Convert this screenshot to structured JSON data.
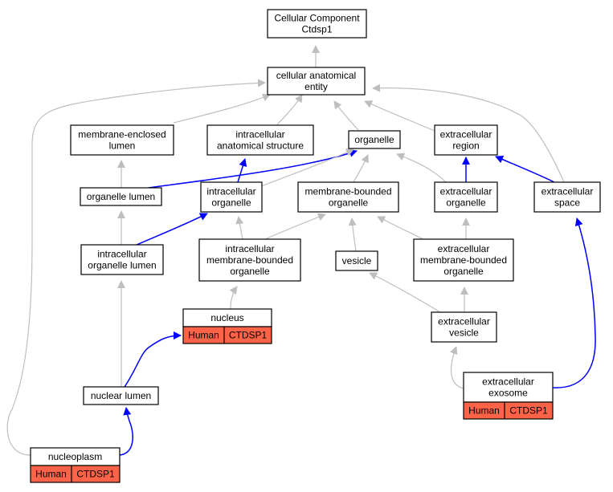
{
  "diagram": {
    "nodes": [
      {
        "id": "root",
        "lines": [
          "Cellular Component",
          "Ctdsp1"
        ]
      },
      {
        "id": "cae",
        "lines": [
          "cellular anatomical",
          "entity"
        ]
      },
      {
        "id": "mel",
        "lines": [
          "membrane-enclosed",
          "lumen"
        ]
      },
      {
        "id": "ias",
        "lines": [
          "intracellular",
          "anatomical structure"
        ]
      },
      {
        "id": "organelle",
        "lines": [
          "organelle"
        ]
      },
      {
        "id": "extreg",
        "lines": [
          "extracellular",
          "region"
        ]
      },
      {
        "id": "orglumen",
        "lines": [
          "organelle lumen"
        ]
      },
      {
        "id": "intorg",
        "lines": [
          "intracellular",
          "organelle"
        ]
      },
      {
        "id": "mbo",
        "lines": [
          "membrane-bounded",
          "organelle"
        ]
      },
      {
        "id": "extorg",
        "lines": [
          "extracellular",
          "organelle"
        ]
      },
      {
        "id": "extspace",
        "lines": [
          "extracellular",
          "space"
        ]
      },
      {
        "id": "iol",
        "lines": [
          "intracellular",
          "organelle lumen"
        ]
      },
      {
        "id": "imbo",
        "lines": [
          "intracellular",
          "membrane-bounded",
          "organelle"
        ]
      },
      {
        "id": "vesicle",
        "lines": [
          "vesicle"
        ]
      },
      {
        "id": "embo",
        "lines": [
          "extracellular",
          "membrane-bounded",
          "organelle"
        ]
      },
      {
        "id": "nucleus",
        "lines": [
          "nucleus"
        ],
        "annotation": [
          "Human",
          "CTDSP1"
        ]
      },
      {
        "id": "extves",
        "lines": [
          "extracellular",
          "vesicle"
        ]
      },
      {
        "id": "nuclumen",
        "lines": [
          "nuclear lumen"
        ]
      },
      {
        "id": "exosome",
        "lines": [
          "extracellular",
          "exosome"
        ],
        "annotation": [
          "Human",
          "CTDSP1"
        ]
      },
      {
        "id": "nucleoplasm",
        "lines": [
          "nucleoplasm"
        ],
        "annotation": [
          "Human",
          "CTDSP1"
        ]
      }
    ],
    "edges": [
      {
        "from": "cae",
        "to": "root",
        "type": "is_a"
      },
      {
        "from": "mel",
        "to": "cae",
        "type": "is_a"
      },
      {
        "from": "ias",
        "to": "cae",
        "type": "is_a"
      },
      {
        "from": "organelle",
        "to": "cae",
        "type": "is_a"
      },
      {
        "from": "extreg",
        "to": "cae",
        "type": "is_a"
      },
      {
        "from": "extspace",
        "to": "cae",
        "type": "is_a"
      },
      {
        "from": "nucleoplasm",
        "to": "cae",
        "type": "is_a"
      },
      {
        "from": "orglumen",
        "to": "mel",
        "type": "is_a"
      },
      {
        "from": "orglumen",
        "to": "organelle",
        "type": "part_of"
      },
      {
        "from": "intorg",
        "to": "ias",
        "type": "part_of"
      },
      {
        "from": "intorg",
        "to": "organelle",
        "type": "is_a"
      },
      {
        "from": "mbo",
        "to": "organelle",
        "type": "is_a"
      },
      {
        "from": "extorg",
        "to": "organelle",
        "type": "is_a"
      },
      {
        "from": "extorg",
        "to": "extreg",
        "type": "part_of"
      },
      {
        "from": "extspace",
        "to": "extreg",
        "type": "part_of"
      },
      {
        "from": "iol",
        "to": "orglumen",
        "type": "is_a"
      },
      {
        "from": "iol",
        "to": "intorg",
        "type": "part_of"
      },
      {
        "from": "imbo",
        "to": "intorg",
        "type": "is_a"
      },
      {
        "from": "imbo",
        "to": "mbo",
        "type": "is_a"
      },
      {
        "from": "vesicle",
        "to": "mbo",
        "type": "is_a"
      },
      {
        "from": "embo",
        "to": "mbo",
        "type": "is_a"
      },
      {
        "from": "embo",
        "to": "extorg",
        "type": "is_a"
      },
      {
        "from": "nucleus",
        "to": "imbo",
        "type": "is_a"
      },
      {
        "from": "extves",
        "to": "vesicle",
        "type": "is_a"
      },
      {
        "from": "extves",
        "to": "embo",
        "type": "is_a"
      },
      {
        "from": "nuclumen",
        "to": "iol",
        "type": "is_a"
      },
      {
        "from": "nuclumen",
        "to": "nucleus",
        "type": "part_of"
      },
      {
        "from": "exosome",
        "to": "extves",
        "type": "is_a"
      },
      {
        "from": "exosome",
        "to": "extspace",
        "type": "part_of"
      },
      {
        "from": "nucleoplasm",
        "to": "nuclumen",
        "type": "part_of"
      }
    ],
    "colors": {
      "is_a": "#bebebe",
      "part_of": "#0000ff",
      "annotation_fill": "#ff6347",
      "node_fill": "#ffffff",
      "node_stroke": "#000000"
    }
  }
}
